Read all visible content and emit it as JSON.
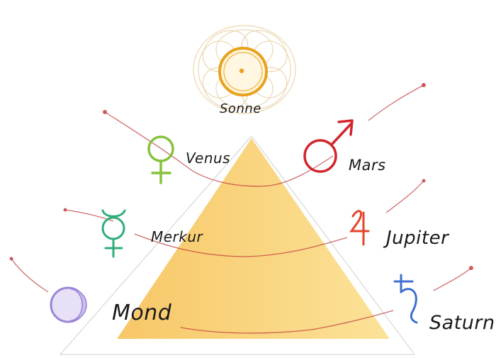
{
  "diagram": {
    "center": {
      "name": "Sonne",
      "color": "#e9a21c"
    },
    "planets": [
      {
        "key": "venus",
        "name": "Venus",
        "symbol": "♀",
        "color": "#86c23a"
      },
      {
        "key": "mars",
        "name": "Mars",
        "symbol": "♂",
        "color": "#d2262e"
      },
      {
        "key": "merkur",
        "name": "Merkur",
        "symbol": "☿",
        "color": "#2fae7a"
      },
      {
        "key": "jupiter",
        "name": "Jupiter",
        "symbol": "♃",
        "color": "#e4452b"
      },
      {
        "key": "mond",
        "name": "Mond",
        "symbol": "☽",
        "color": "#9a86d6"
      },
      {
        "key": "saturn",
        "name": "Saturn",
        "symbol": "♄",
        "color": "#3d6fcf"
      }
    ],
    "pyramid_colors": {
      "left": "#f7c25a",
      "right": "#fbe08f"
    },
    "orbit_color": "#c0393b"
  }
}
